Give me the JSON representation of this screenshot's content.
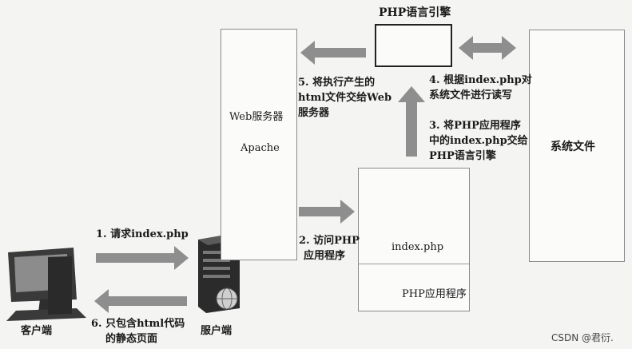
{
  "nodes": {
    "php_engine": {
      "title": "PHP语言引擎"
    },
    "web_server": {
      "line1": "Web服务器",
      "line2": "Apache"
    },
    "file_system": {
      "label": "系统文件"
    },
    "index_box": {
      "file_label": "index.php",
      "app_label": "PHP应用程序"
    },
    "client": {
      "label": "客户端"
    },
    "server": {
      "label": "服户端"
    }
  },
  "steps": {
    "s1": "1. 请求index.php",
    "s2": [
      "2. 访问PHP",
      "应用程序"
    ],
    "s3": [
      "3. 将PHP应用程序",
      "中的index.php交给",
      "PHP语言引擎"
    ],
    "s4": [
      "4. 根据index.php对",
      "系统文件进行读写"
    ],
    "s5": [
      "5. 将执行产生的",
      "html文件交给Web",
      "服务器"
    ],
    "s6": [
      "6. 只包含html代码",
      "的静态页面"
    ]
  },
  "watermark": "CSDN @君衍."
}
